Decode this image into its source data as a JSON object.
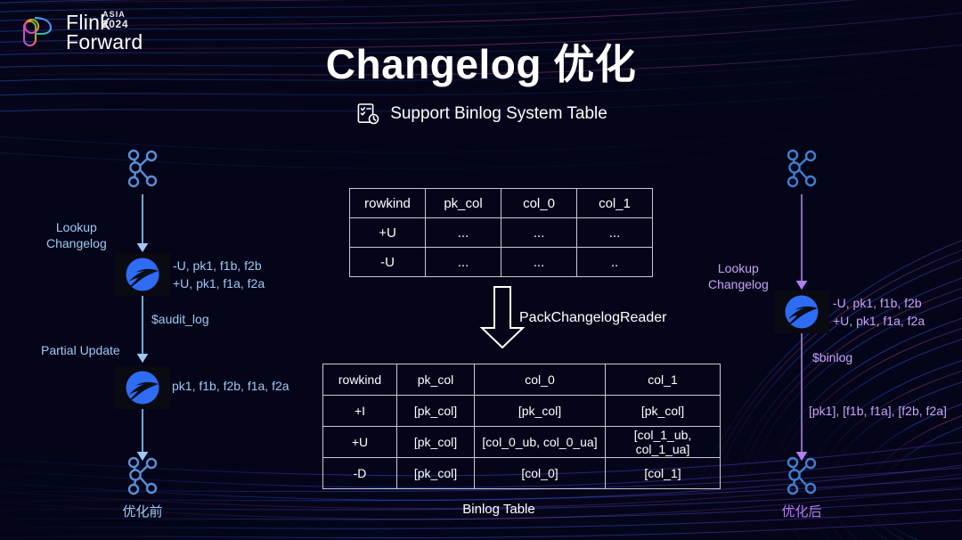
{
  "brand": {
    "name_line1": "Flink",
    "name_line2": "Forward",
    "badge_region": "ASIA",
    "badge_year": "2024",
    "logo_icon": "flink-forward-logo-icon"
  },
  "header": {
    "title": "Changelog 优化",
    "subtitle": "Support Binlog System Table",
    "subtitle_icon": "checklist-clock-icon"
  },
  "left_flow": {
    "caption": "优化前",
    "accent_color": "#9ec9f2",
    "source_icon": "kafka-node-icon",
    "sink_icon": "kafka-node-icon",
    "edges": [
      {
        "label": "Lookup\nChangelog"
      },
      {
        "label": "$audit_log"
      },
      {
        "label": "Partial Update"
      }
    ],
    "nodes": [
      {
        "icon": "flink-squirrel-icon",
        "output": "-U, pk1, f1b, f2b\n+U, pk1, f1a, f2a"
      },
      {
        "icon": "flink-squirrel-icon",
        "output": "pk1, f1b, f2b, f1a, f2a"
      }
    ]
  },
  "right_flow": {
    "caption": "优化后",
    "accent_color": "#c8a4f5",
    "source_icon": "kafka-node-icon",
    "sink_icon": "kafka-node-icon",
    "edges": [
      {
        "label": "Lookup\nChangelog"
      },
      {
        "label": "$binlog"
      },
      {
        "label": "[pk1], [f1b, f1a], [f2b, f2a]"
      }
    ],
    "nodes": [
      {
        "icon": "flink-squirrel-icon",
        "output": "-U, pk1, f1b, f2b\n+U, pk1, f1a, f2a"
      }
    ]
  },
  "center": {
    "transform_label": "PackChangelogReader",
    "transform_icon": "down-block-arrow-icon",
    "binlog_caption": "Binlog Table",
    "table_top": {
      "headers": [
        "rowkind",
        "pk_col",
        "col_0",
        "col_1"
      ],
      "rows": [
        [
          "+U",
          "...",
          "...",
          "..."
        ],
        [
          "-U",
          "...",
          "...",
          ".."
        ]
      ]
    },
    "table_bottom": {
      "headers": [
        "rowkind",
        "pk_col",
        "col_0",
        "col_1"
      ],
      "rows": [
        [
          "+I",
          "[pk_col]",
          "[pk_col]",
          "[pk_col]"
        ],
        [
          "+U",
          "[pk_col]",
          "[col_0_ub, col_0_ua]",
          "[col_1_ub, col_1_ua]"
        ],
        [
          "-D",
          "[pk_col]",
          "[col_0]",
          "[col_1]"
        ]
      ]
    }
  },
  "colors": {
    "background": "#05051a",
    "blue_accent": "#9ec9f2",
    "purple_accent": "#c8a4f5",
    "flink_blue": "#2667f5",
    "table_border": "#c9c9d4"
  }
}
